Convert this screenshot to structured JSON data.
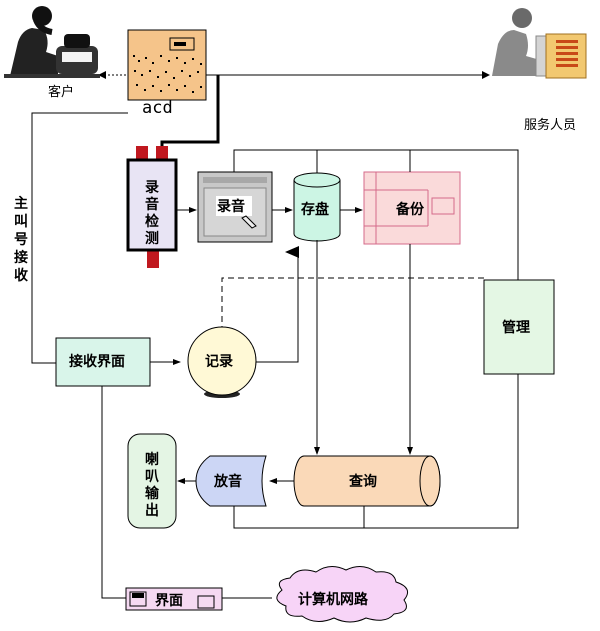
{
  "labels": {
    "customer": "客户",
    "acd": "acd",
    "service_staff": "服务人员",
    "caller_id_receive": [
      "主",
      "叫",
      "号",
      "接",
      "收"
    ],
    "recording_detect": [
      "录",
      "音",
      "检",
      "测"
    ],
    "recording": "录音",
    "storage": "存盘",
    "backup": "备份",
    "management": "管理",
    "receive_interface": "接收界面",
    "record": "记录",
    "playback": "放音",
    "query": "查询",
    "speaker_output": [
      "喇",
      "叭",
      "输",
      "出"
    ],
    "interface": "界面",
    "network": "计算机网路"
  },
  "colors": {
    "line": "#000000",
    "acd_fill": "#f5c48a",
    "detect_fill": "#e8e4f4",
    "detect_plug": "#c0181f",
    "storage_fill": "#ccf5e4",
    "backup_fill": "#fadada",
    "backup_line": "#d46a8a",
    "management_fill": "#e4f7e4",
    "receive_fill": "#d9f5ea",
    "record_fill": "#fff9d6",
    "playback_fill": "#ccd6f5",
    "query_fill": "#fad9b8",
    "speaker_fill": "#e4f5e4",
    "interface_fill": "#f5d9f2",
    "network_fill": "#f7d4f7",
    "staff_panel": "#f0a040"
  },
  "icons": [
    "customer-phone-icon",
    "service-staff-icon",
    "recorder-window-icon"
  ]
}
